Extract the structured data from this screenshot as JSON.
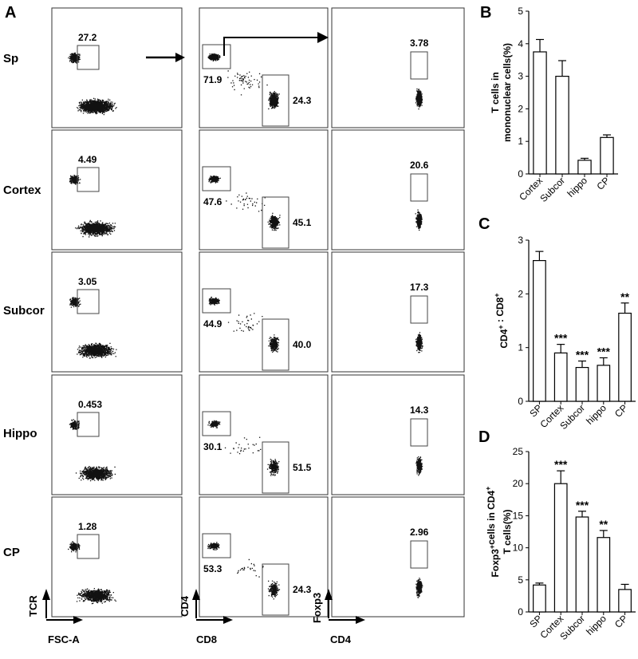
{
  "panels": {
    "a": "A",
    "b": "B",
    "c": "C",
    "d": "D"
  },
  "flow": {
    "rows": [
      "Sp",
      "Cortex",
      "Subcor",
      "Hippo",
      "CP"
    ],
    "col1_values": [
      "27.2",
      "4.49",
      "3.05",
      "0.453",
      "1.28"
    ],
    "col2_top_values": [
      "71.9",
      "47.6",
      "44.9",
      "30.1",
      "53.3"
    ],
    "col2_bottom_values": [
      "24.3",
      "45.1",
      "40.0",
      "51.5",
      "24.3"
    ],
    "col3_values": [
      "3.78",
      "20.6",
      "17.3",
      "14.3",
      "2.96"
    ],
    "axes": {
      "col1": {
        "x": "FSC-A",
        "y": "TCR"
      },
      "col2": {
        "x": "CD8",
        "y": "CD4"
      },
      "col3": {
        "x": "CD4",
        "y": "Foxp3"
      }
    }
  },
  "chart_data": [
    {
      "panel": "B",
      "type": "bar",
      "categories": [
        "Cortex",
        "Subcor",
        "hippo",
        "CP"
      ],
      "values": [
        3.75,
        3.0,
        0.42,
        1.12
      ],
      "errors": [
        0.38,
        0.48,
        0.06,
        0.08
      ],
      "annotations": [
        "",
        "",
        "",
        ""
      ],
      "ylabel": "T cells in mononuclear cells(%)",
      "ylabel_lines": [
        "T cells in",
        "mononuclear cells(%)"
      ],
      "ylim": [
        0,
        5
      ],
      "yticks": [
        0,
        1,
        2,
        3,
        4,
        5
      ]
    },
    {
      "panel": "C",
      "type": "bar",
      "categories": [
        "SP",
        "Cortex",
        "Subcor",
        "hippo",
        "CP"
      ],
      "values": [
        2.62,
        0.9,
        0.63,
        0.67,
        1.64
      ],
      "errors": [
        0.17,
        0.16,
        0.12,
        0.14,
        0.19
      ],
      "annotations": [
        "",
        "***",
        "***",
        "***",
        "**"
      ],
      "ylabel": "CD4+ : CD8+",
      "ylabel_lines": [
        "CD4+ : CD8+"
      ],
      "ylim": [
        0,
        3
      ],
      "yticks": [
        0,
        1,
        2,
        3
      ]
    },
    {
      "panel": "D",
      "type": "bar",
      "categories": [
        "SP",
        "Cortex",
        "Subcor",
        "hippo",
        "CP"
      ],
      "values": [
        4.2,
        20.0,
        14.8,
        11.6,
        3.5
      ],
      "errors": [
        0.3,
        2.0,
        0.9,
        1.1,
        0.8
      ],
      "annotations": [
        "",
        "***",
        "***",
        "**",
        ""
      ],
      "ylabel": "Foxp3+cells in CD4+ T cells(%)",
      "ylabel_lines": [
        "Foxp3+cells in CD4+",
        "T cells(%)"
      ],
      "ylim": [
        0,
        25
      ],
      "yticks": [
        0,
        5,
        10,
        15,
        20,
        25
      ]
    }
  ]
}
